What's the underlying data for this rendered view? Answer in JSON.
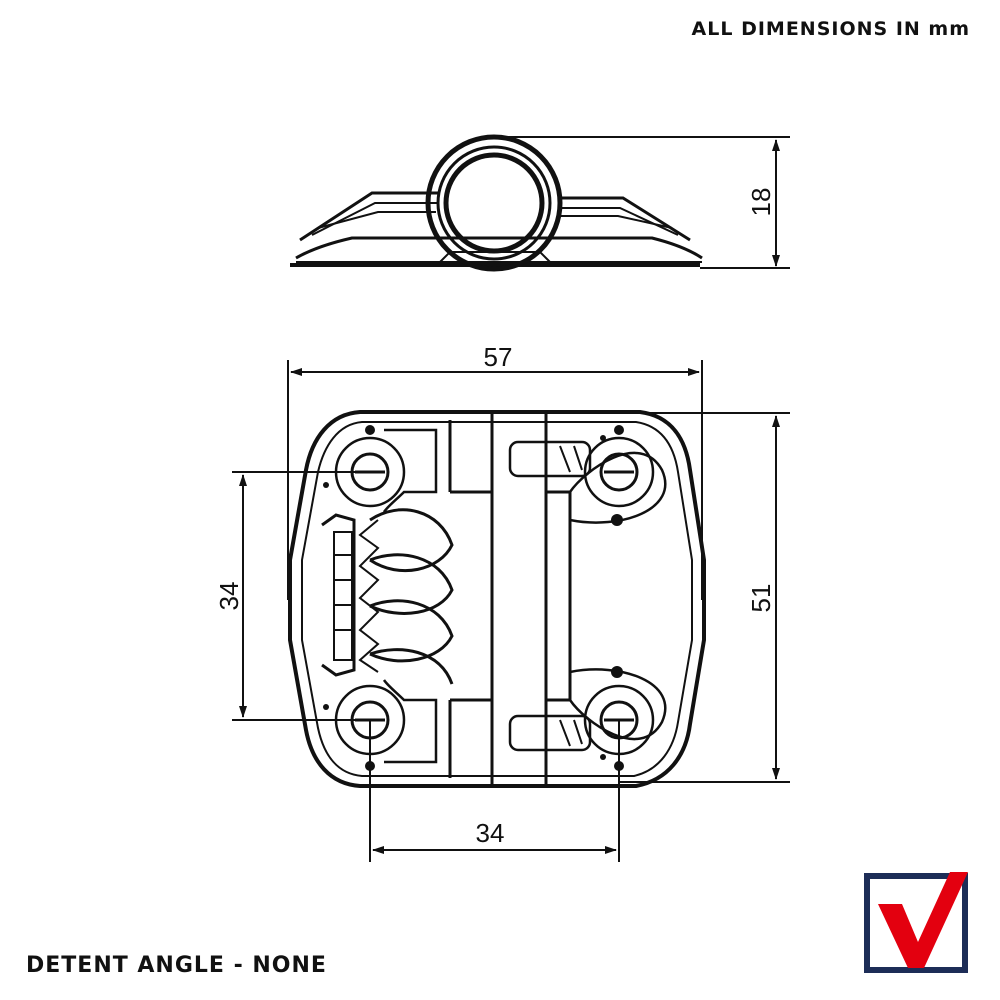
{
  "header": {
    "units_note": "ALL DIMENSIONS IN mm"
  },
  "footer": {
    "detent_note": "DETENT ANGLE - NONE"
  },
  "dimensions": {
    "side_height": "18",
    "overall_width": "57",
    "overall_height": "51",
    "hole_spacing_vertical": "34",
    "hole_spacing_horizontal": "34"
  },
  "colors": {
    "line": "#111111",
    "logo_navy": "#1d2d57",
    "logo_red": "#e3000f"
  },
  "icons": {
    "logo": "checkmark-logo-icon"
  }
}
